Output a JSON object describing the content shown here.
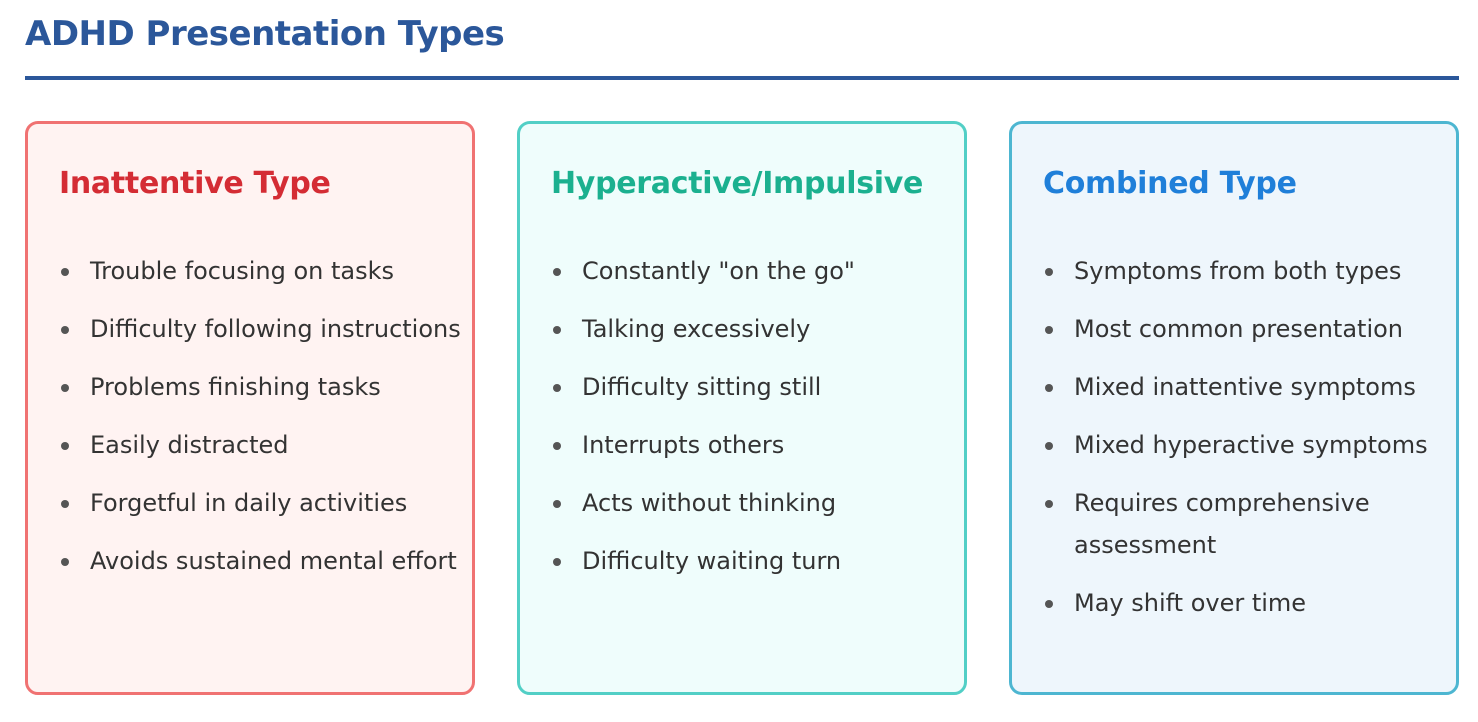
{
  "page": {
    "title": "ADHD Presentation Types"
  },
  "colors": {
    "title": "#2b579a",
    "inattentive_accent": "#d42c34",
    "hyperactive_accent": "#1bb08f",
    "combined_accent": "#1f7fd9"
  },
  "cards": [
    {
      "title": "Inattentive Type",
      "items": [
        "Trouble focusing on tasks",
        "Difficulty following instructions",
        "Problems finishing tasks",
        "Easily distracted",
        "Forgetful in daily activities",
        "Avoids sustained mental effort"
      ]
    },
    {
      "title": "Hyperactive/Impulsive",
      "items": [
        "Constantly \"on the go\"",
        "Talking excessively",
        "Difficulty sitting still",
        "Interrupts others",
        "Acts without thinking",
        "Difficulty waiting turn"
      ]
    },
    {
      "title": "Combined Type",
      "items": [
        "Symptoms from both types",
        "Most common presentation",
        "Mixed inattentive symptoms",
        "Mixed hyperactive symptoms",
        "Requires comprehensive assessment",
        "May shift over time"
      ]
    }
  ]
}
